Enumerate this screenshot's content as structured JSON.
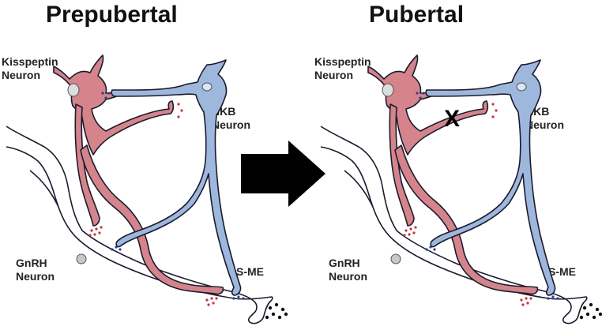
{
  "panels": [
    {
      "title": "Prepubertal",
      "kisspeptin_label": [
        "Kisspeptin",
        "Neuron"
      ],
      "nkb_label": [
        "NKB",
        "Neuron"
      ],
      "gnrh_label": [
        "GnRH",
        "Neuron"
      ],
      "sme_label": "S-ME",
      "blocked": false
    },
    {
      "title": "Pubertal",
      "kisspeptin_label": [
        "Kisspeptin",
        "Neuron"
      ],
      "nkb_label": [
        "NKB",
        "Neuron"
      ],
      "gnrh_label": [
        "GnRH",
        "Neuron"
      ],
      "sme_label": "S-ME",
      "blocked": true,
      "block_mark": "X"
    }
  ],
  "colors": {
    "kisspeptin": "#d4848a",
    "nkb": "#9db7dd",
    "outline": "#1b1b2e",
    "kiss_dots": "#c2343c",
    "nkb_dots": "#2c3f8f",
    "arrow": "#000000"
  }
}
